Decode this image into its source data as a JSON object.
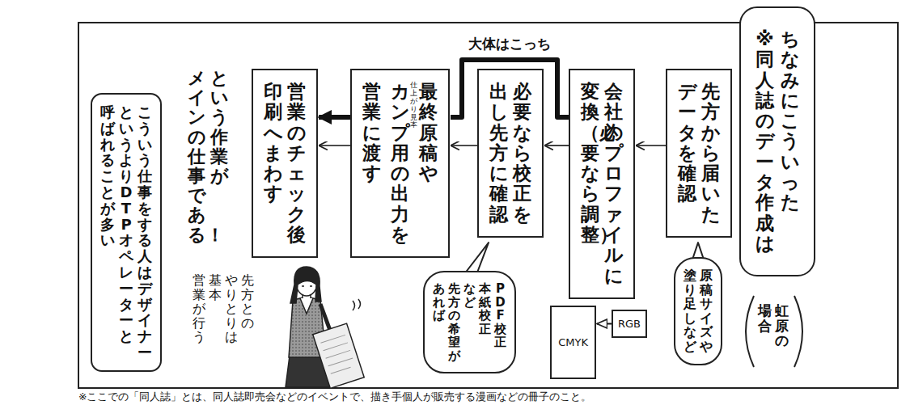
{
  "diagram": {
    "caption": "※ここでの「同人誌」とは、同人誌即売会などのイベントで、描き手個人が販売する漫画などの冊子のこと。",
    "nodes": [
      {
        "text": [
          "ちなみにこういった ※同人誌のデータ作成は"
        ]
      },
      {
        "text": [
          "先方から届いた データを確認"
        ]
      },
      {
        "text": [
          "原稿サイズや 塗り足しなど"
        ]
      },
      {
        "text": [
          "会社のプロファイルに 変換（必要なら調整）"
        ]
      },
      {
        "text": [
          "RGB"
        ]
      },
      {
        "text": [
          "CMYK"
        ]
      },
      {
        "text": [
          "必要なら校正を 出し　先方に確認"
        ]
      },
      {
        "text": [
          "PDF校正 本紙校正 など 先方の希望が あれば"
        ]
      },
      {
        "text": [
          "最終原稿や カンプ用の出力を 営業に渡す",
          "仕上がり見本"
        ]
      },
      {
        "text": [
          "営業のチェック後 印刷へまわす"
        ]
      },
      {
        "text": [
          "こういう仕事をする人はデザイナー というよりDTPオペレーターと 呼ばれることが多い"
        ]
      }
    ],
    "edges": [
      {
        "from": 1,
        "to": 3,
        "arrow": "to"
      },
      {
        "from": 3,
        "to": 6,
        "arrow": "to"
      },
      {
        "from": 6,
        "to": 8,
        "arrow": "to"
      },
      {
        "from": 8,
        "to": 9,
        "arrow": "to"
      },
      {
        "from": 3,
        "to": 8,
        "label": "大体はこっち",
        "arrow": "none"
      },
      {
        "from": 8,
        "to": 9,
        "arrow": "to"
      },
      {
        "from": 4,
        "to": 5,
        "arrow": "to"
      }
    ],
    "labels": [
      "虹原の 場合",
      "という作業が メインの仕事である！",
      "先方との やりとりは 基本 営業が行う"
    ]
  }
}
